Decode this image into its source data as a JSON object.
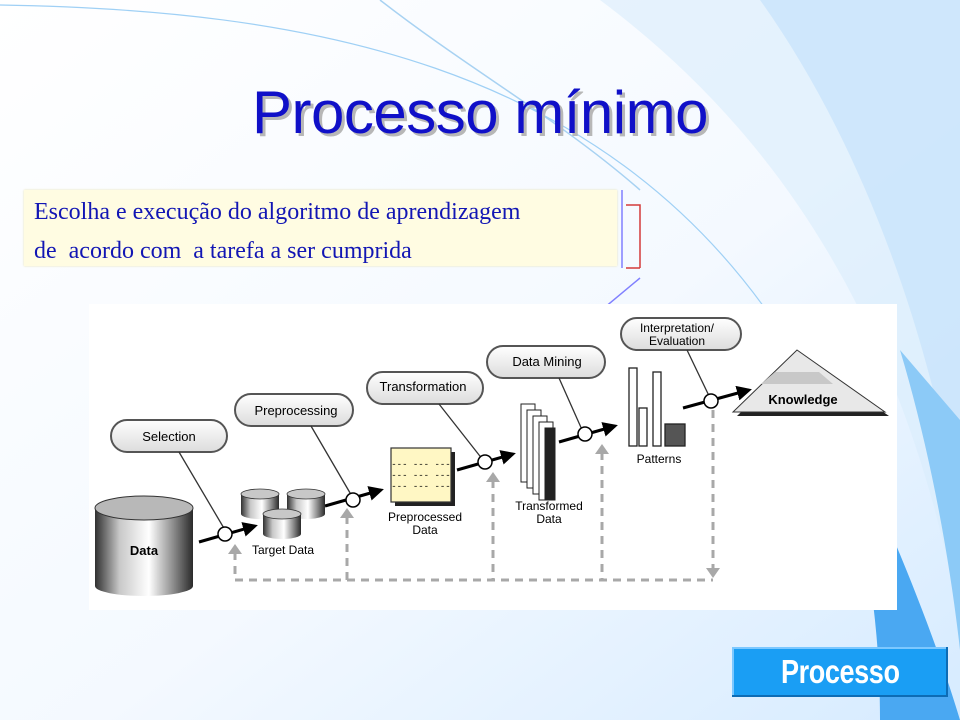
{
  "slide": {
    "title": "Processo mínimo",
    "text_line1": "Escolha e execução do algoritmo de aprendizagem",
    "text_line2": "de  acordo com  a tarefa a ser cumprida",
    "nav_button": "Processo"
  },
  "diagram": {
    "stages": [
      "Selection",
      "Preprocessing",
      "Transformation",
      "Data Mining",
      "Interpretation/",
      "Evaluation"
    ],
    "data_labels": {
      "data": "Data",
      "target_data": "Target Data",
      "preprocessed_1": "Preprocessed",
      "preprocessed_2": "Data",
      "transformed_1": "Transformed",
      "transformed_2": "Data",
      "patterns": "Patterns",
      "knowledge": "Knowledge"
    }
  },
  "colors": {
    "title": "#1010c8",
    "text": "#1216b4",
    "accent": "#1a9ef4"
  }
}
